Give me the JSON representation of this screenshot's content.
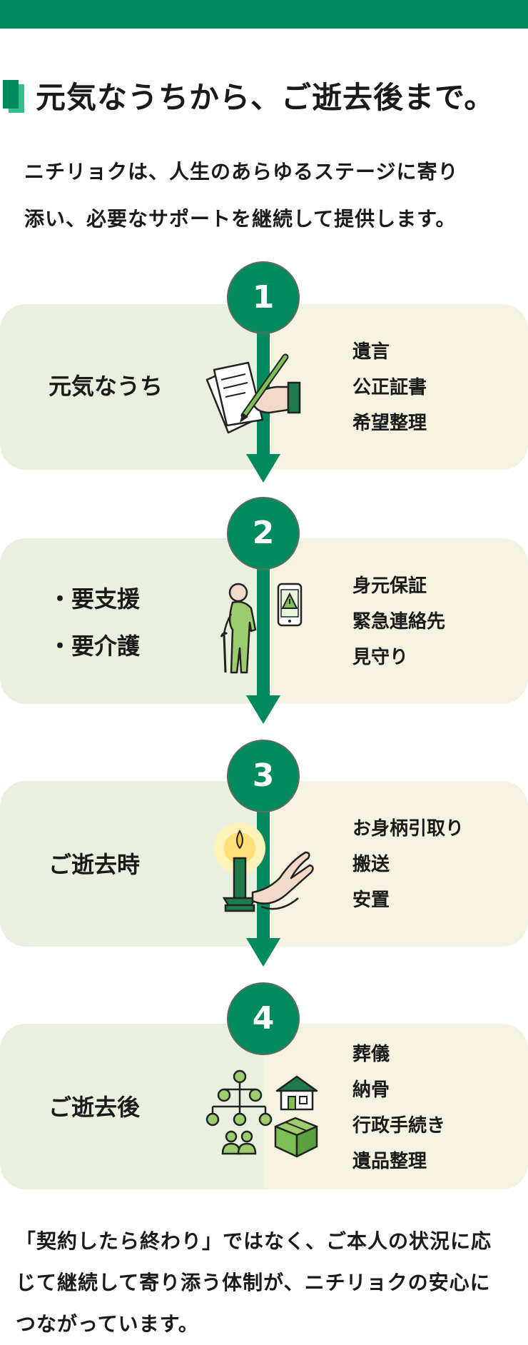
{
  "header": {
    "title": "元気なうちから、ご逝去後まで。",
    "intro_lines": [
      "ニチリョクは、人生のあらゆるステージに寄り",
      "添い、必要なサポートを継続して提供します。"
    ]
  },
  "stages": [
    {
      "number": "1",
      "label_lines": [
        "元気なうち"
      ],
      "items": [
        "遺言",
        "公正証書",
        "希望整理"
      ],
      "icon": "document-signing-icon"
    },
    {
      "number": "2",
      "label_lines": [
        "・要支援",
        "・要介護"
      ],
      "items": [
        "身元保証",
        "緊急連絡先",
        "見守り"
      ],
      "icon": "elderly-with-phone-alert-icon"
    },
    {
      "number": "3",
      "label_lines": [
        "ご逝去時"
      ],
      "items": [
        "お身柄引取り",
        "搬送",
        "安置"
      ],
      "icon": "candle-and-hands-icon"
    },
    {
      "number": "4",
      "label_lines": [
        "ご逝去後"
      ],
      "items": [
        "葬儀",
        "納骨",
        "行政手続き",
        "遺品整理"
      ],
      "icon": "family-tree-house-box-icon"
    }
  ],
  "outro_lines": [
    "「契約したら終わり」ではなく、ご本人の状況に応",
    "じて継続して寄り添う体制が、ニチリョクの安心に",
    "つながっています。"
  ],
  "colors": {
    "brand_green": "#008a5e",
    "card_left": "#e9f0de",
    "card_right": "#f5f2e2",
    "illustration_green": "#6cae4d"
  }
}
